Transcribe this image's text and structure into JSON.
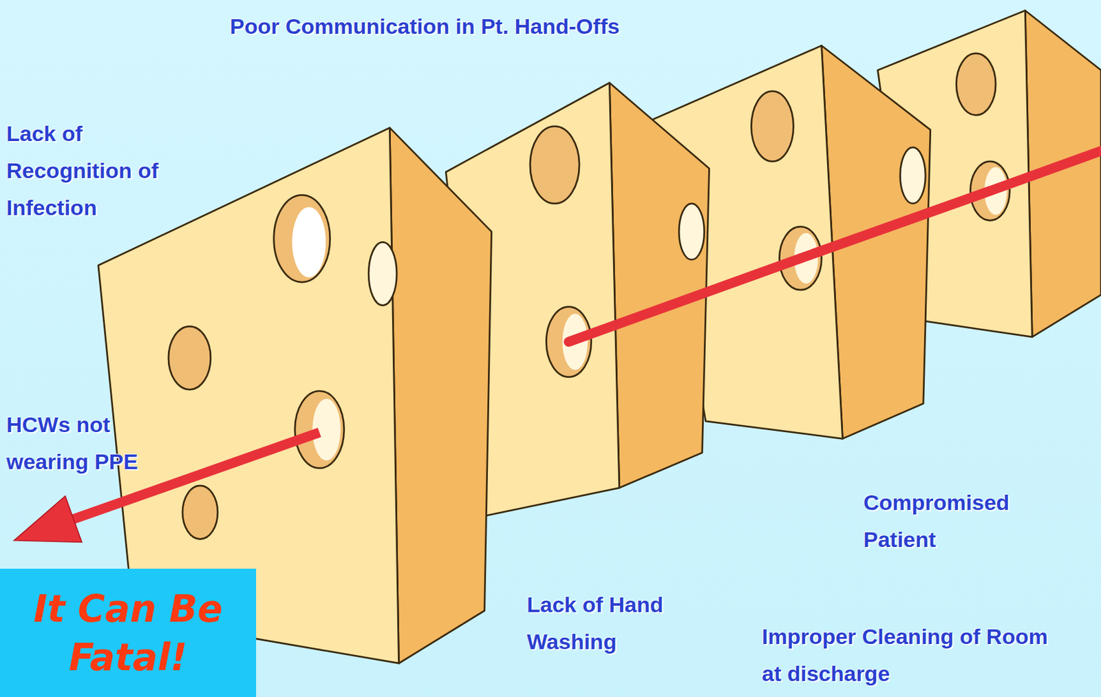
{
  "diagram": {
    "nodes": [
      {
        "text": [
          "It Can Be Fatal!"
        ]
      }
    ],
    "edges": [],
    "labels": [
      "Poor Communication in Pt. Hand-Offs",
      "Lack of Recognition of Infection",
      "HCWs not wearing PPE",
      "Compromised Patient",
      "Lack of Hand Washing",
      "Improper Cleaning of Room at discharge"
    ]
  }
}
